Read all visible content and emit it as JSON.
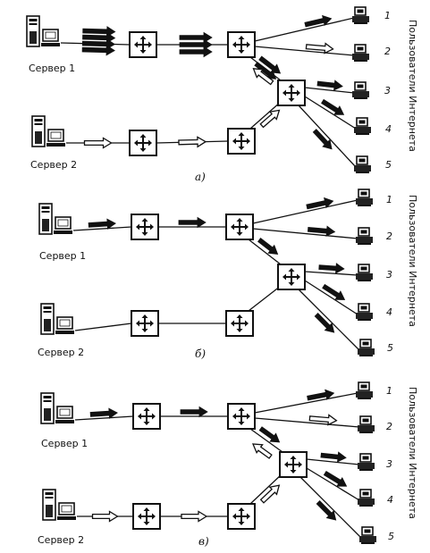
{
  "diagram": {
    "side_label": "Пользователи Интернета",
    "panels": [
      {
        "caption": "а)",
        "server1_label": "Сервер 1",
        "server2_label": "Сервер 2",
        "user_numbers": [
          "1",
          "2",
          "3",
          "4",
          "5"
        ]
      },
      {
        "caption": "б)",
        "server1_label": "Сервер 1",
        "server2_label": "Сервер 2",
        "user_numbers": [
          "1",
          "2",
          "3",
          "4",
          "5"
        ]
      },
      {
        "caption": "в)",
        "server1_label": "Сервер 1",
        "server2_label": "Сервер 2",
        "user_numbers": [
          "1",
          "2",
          "3",
          "4",
          "5"
        ]
      }
    ]
  }
}
